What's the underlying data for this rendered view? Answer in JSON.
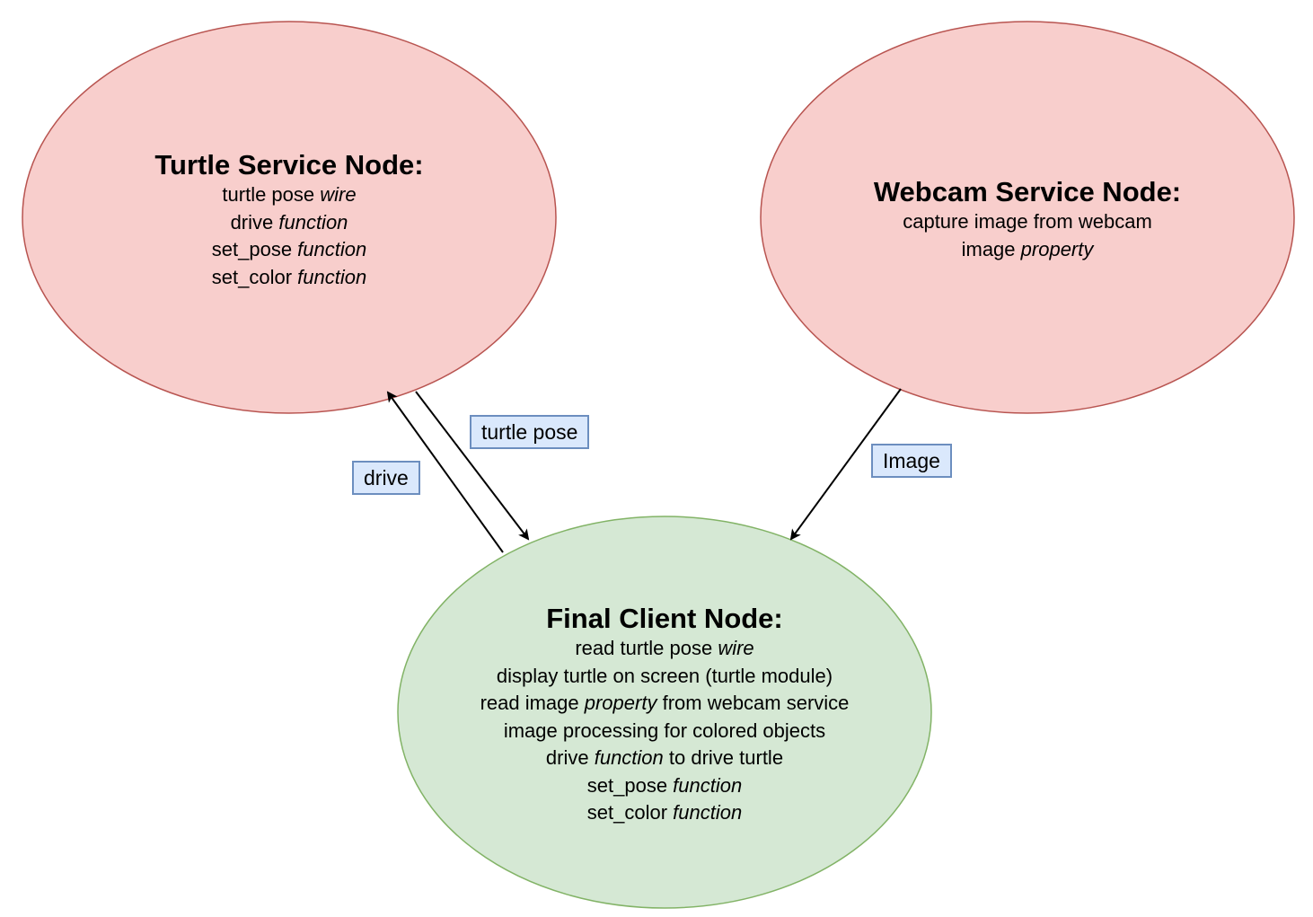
{
  "colors": {
    "service_fill": "#f8cecc",
    "service_stroke": "#b85450",
    "client_fill": "#d5e8d4",
    "client_stroke": "#82b366",
    "label_fill": "#dae8fc",
    "label_stroke": "#6c8ebf",
    "edge": "#000000"
  },
  "nodes": {
    "turtle": {
      "title": "Turtle Service Node:",
      "lines": [
        {
          "plain": "turtle pose ",
          "italic": "wire",
          "after": ""
        },
        {
          "plain": "drive ",
          "italic": "function",
          "after": ""
        },
        {
          "plain": "set_pose ",
          "italic": "function",
          "after": ""
        },
        {
          "plain": "set_color ",
          "italic": "function",
          "after": ""
        }
      ]
    },
    "webcam": {
      "title": "Webcam Service Node:",
      "lines": [
        {
          "plain": "capture image from webcam",
          "italic": "",
          "after": ""
        },
        {
          "plain": "image ",
          "italic": "property",
          "after": ""
        }
      ]
    },
    "client": {
      "title": "Final Client Node:",
      "lines": [
        {
          "plain": "read turtle pose ",
          "italic": "wire",
          "after": ""
        },
        {
          "plain": "display turtle on screen (turtle module)",
          "italic": "",
          "after": ""
        },
        {
          "plain": "read image ",
          "italic": "property",
          "after": " from webcam service"
        },
        {
          "plain": "image processing for colored objects",
          "italic": "",
          "after": ""
        },
        {
          "plain": "drive ",
          "italic": "function",
          "after": " to drive turtle"
        },
        {
          "plain": "set_pose ",
          "italic": "function",
          "after": ""
        },
        {
          "plain": "set_color ",
          "italic": "function",
          "after": ""
        }
      ]
    }
  },
  "edges": {
    "drive": "drive",
    "turtle_pose": "turtle pose",
    "image": "Image"
  }
}
